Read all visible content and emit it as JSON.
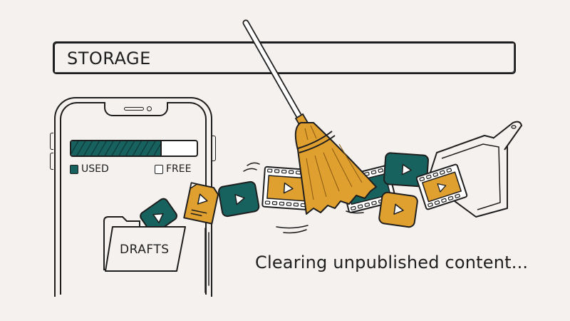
{
  "header": {
    "title": "STORAGE"
  },
  "phone": {
    "usage": {
      "used_percent": 72,
      "used_color": "#17625f",
      "free_color": "#ffffff"
    },
    "legend": {
      "used_label": "USED",
      "free_label": "FREE"
    },
    "folder": {
      "label": "DRAFTS"
    }
  },
  "status": {
    "message": "Clearing unpublished content..."
  },
  "illustration": {
    "items": [
      {
        "type": "video-tile",
        "color": "#17625f",
        "icon": "play-icon"
      },
      {
        "type": "video-file",
        "color": "#e0a030",
        "icon": "play-icon"
      },
      {
        "type": "video-tile",
        "color": "#17625f",
        "icon": "play-icon"
      },
      {
        "type": "film-strip",
        "color": "#e0a030",
        "icon": "play-icon"
      },
      {
        "type": "film-strip",
        "color": "#17625f",
        "icon": "play-icon"
      },
      {
        "type": "video-tile",
        "color": "#17625f",
        "icon": "play-icon"
      },
      {
        "type": "video-tile",
        "color": "#e0a030",
        "icon": "play-icon"
      },
      {
        "type": "film-strip",
        "color": "#e0a030",
        "icon": "play-icon"
      }
    ],
    "tools": [
      "broom-icon",
      "dustpan-icon"
    ]
  },
  "colors": {
    "background": "#f4f1ef",
    "teal": "#17625f",
    "mustard": "#e0a030",
    "ink": "#1e1e1e"
  }
}
